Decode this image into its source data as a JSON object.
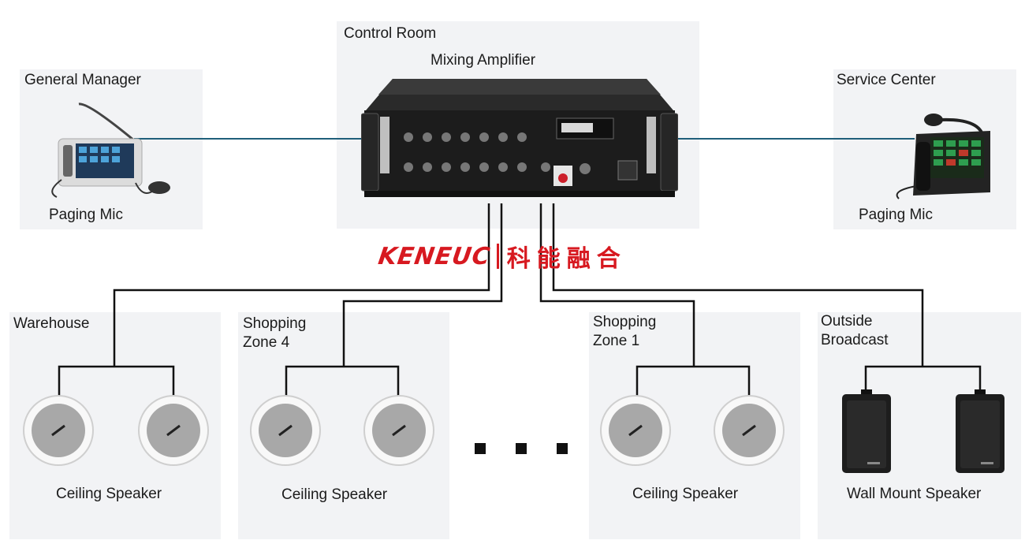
{
  "control_room": {
    "title": "Control Room",
    "device": "Mixing Amplifier"
  },
  "general_manager": {
    "title": "General Manager",
    "device": "Paging Mic"
  },
  "service_center": {
    "title": "Service Center",
    "device": "Paging Mic"
  },
  "brand": {
    "latin": "KENEUC",
    "chinese": "科能融合",
    "color": "#d71920"
  },
  "zones": [
    {
      "title": "Warehouse",
      "device": "Ceiling Speaker"
    },
    {
      "title": "Shopping\nZone 4",
      "device": "Ceiling Speaker"
    },
    {
      "title": "Shopping\nZone 1",
      "device": "Ceiling Speaker"
    },
    {
      "title": "Outside\nBroadcast",
      "device": "Wall Mount Speaker"
    }
  ],
  "colors": {
    "link_line": "#1f5f7a",
    "wire": "#111111",
    "panel": "#f2f3f5"
  }
}
